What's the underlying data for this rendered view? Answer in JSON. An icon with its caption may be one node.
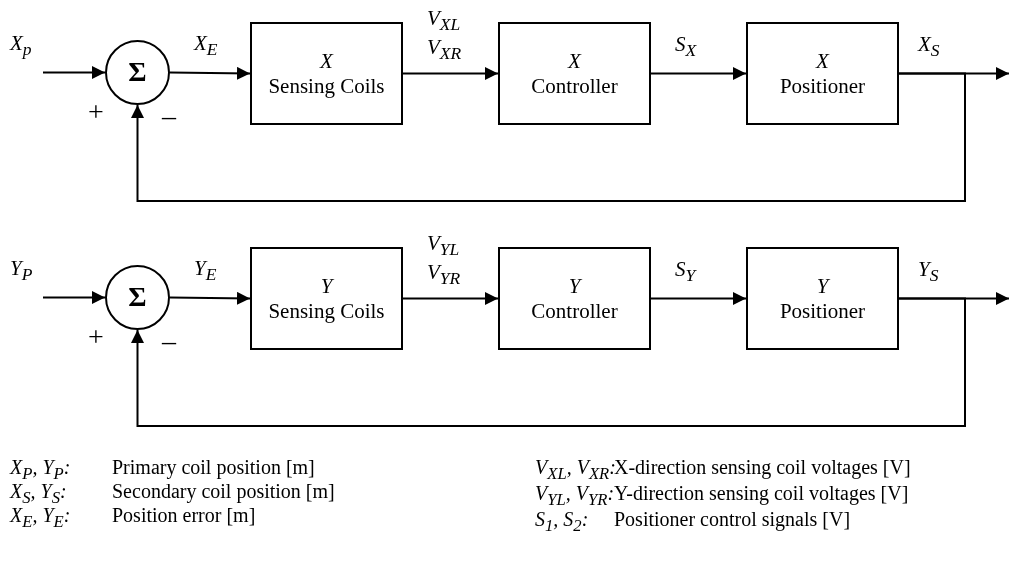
{
  "diagram": {
    "nodes": [
      {
        "text": [
          "Σ"
        ]
      },
      {
        "text": [
          "X",
          "Sensing Coils"
        ]
      },
      {
        "text": [
          "X",
          "Controller"
        ]
      },
      {
        "text": [
          "X",
          "Positioner"
        ]
      },
      {
        "text": [
          "Σ"
        ]
      },
      {
        "text": [
          "Y",
          "Sensing Coils"
        ]
      },
      {
        "text": [
          "Y",
          "Controller"
        ]
      },
      {
        "text": [
          "Y",
          "Positioner"
        ]
      }
    ],
    "edges": [
      {
        "from": null,
        "to": 0,
        "arrow": "to",
        "label": "X$_{p}$"
      },
      {
        "from": 0,
        "to": 1,
        "arrow": "to",
        "label": "X$_{E}$"
      },
      {
        "from": 1,
        "to": 2,
        "arrow": "to",
        "label": "V$_{XL}$ V$_{XR}$"
      },
      {
        "from": 2,
        "to": 3,
        "arrow": "to",
        "label": "S$_{X}$"
      },
      {
        "from": 3,
        "to": null,
        "arrow": "to",
        "label": "X$_{S}$"
      },
      {
        "from": 3,
        "to": 0,
        "arrow": "to"
      },
      {
        "from": null,
        "to": 4,
        "arrow": "to",
        "label": "Y$_{P}$"
      },
      {
        "from": 4,
        "to": 5,
        "arrow": "to",
        "label": "Y$_{E}$"
      },
      {
        "from": 5,
        "to": 6,
        "arrow": "to",
        "label": "V$_{YL}$ V$_{YR}$"
      },
      {
        "from": 6,
        "to": 7,
        "arrow": "to",
        "label": "S$_{Y}$"
      },
      {
        "from": 7,
        "to": null,
        "arrow": "to",
        "label": "Y$_{S}$"
      },
      {
        "from": 7,
        "to": 4,
        "arrow": "to"
      }
    ],
    "labels": [
      "+",
      "–",
      "+",
      "–",
      "X$_{P}$, Y$_{P}$:",
      "Primary coil position [m]",
      "X$_{S}$, Y$_{S}$:",
      "Secondary coil position [m]",
      "X$_{E}$, Y$_{E}$:",
      "Position error [m]",
      "V$_{XL}$, V$_{XR}$:",
      "X-direction sensing coil voltages [V]",
      "V$_{YL}$, V$_{YR}$:",
      "Y-direction sensing coil voltages [V]",
      "S$_{1}$, S$_{2}$:",
      "Positioner control signals [V]"
    ]
  }
}
